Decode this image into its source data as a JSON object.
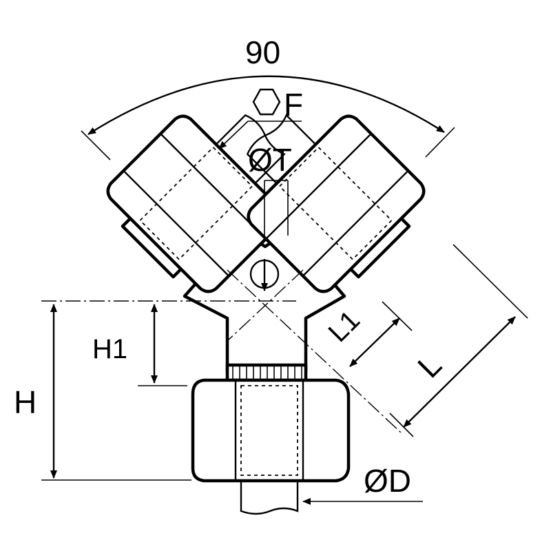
{
  "drawing": {
    "angle_label": "90",
    "hex_label": "F",
    "bore_label": "ØT",
    "height_label": "H",
    "height1_label": "H1",
    "length_label": "L",
    "length1_label": "L1",
    "diameter_label": "ØD"
  },
  "colors": {
    "line": "#000000",
    "background": "#ffffff"
  }
}
